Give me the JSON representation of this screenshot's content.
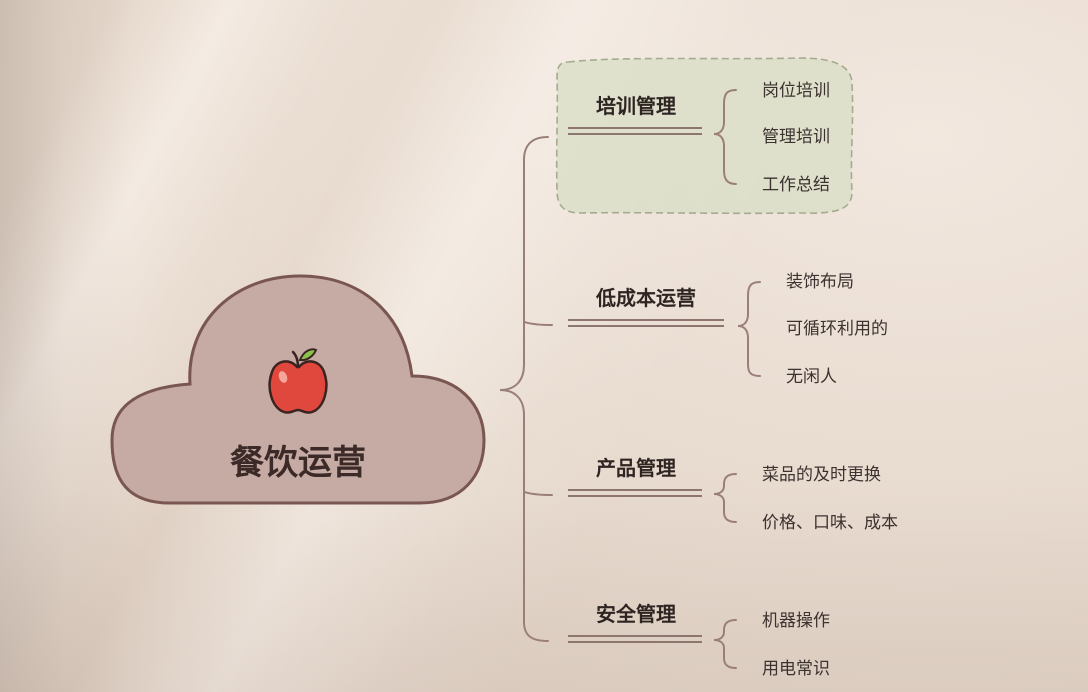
{
  "center": {
    "title": "餐饮运营",
    "icon": "apple-icon",
    "cloud_color": "#c6aaa4",
    "cloud_stroke": "#7a5650"
  },
  "branches": [
    {
      "title": "培训管理",
      "highlighted": true,
      "items": [
        "岗位培训",
        "管理培训",
        "工作总结"
      ]
    },
    {
      "title": "低成本运营",
      "highlighted": false,
      "items": [
        "装饰布局",
        "可循环利用的",
        "无闲人"
      ]
    },
    {
      "title": "产品管理",
      "highlighted": false,
      "items": [
        "菜品的及时更换",
        "价格、口味、成本"
      ]
    },
    {
      "title": "安全管理",
      "highlighted": false,
      "items": [
        "机器操作",
        "用电常识"
      ]
    }
  ],
  "colors": {
    "connector": "#9a7f78",
    "highlight_fill": "#d8ddc6",
    "highlight_stroke": "#a4ab90"
  }
}
